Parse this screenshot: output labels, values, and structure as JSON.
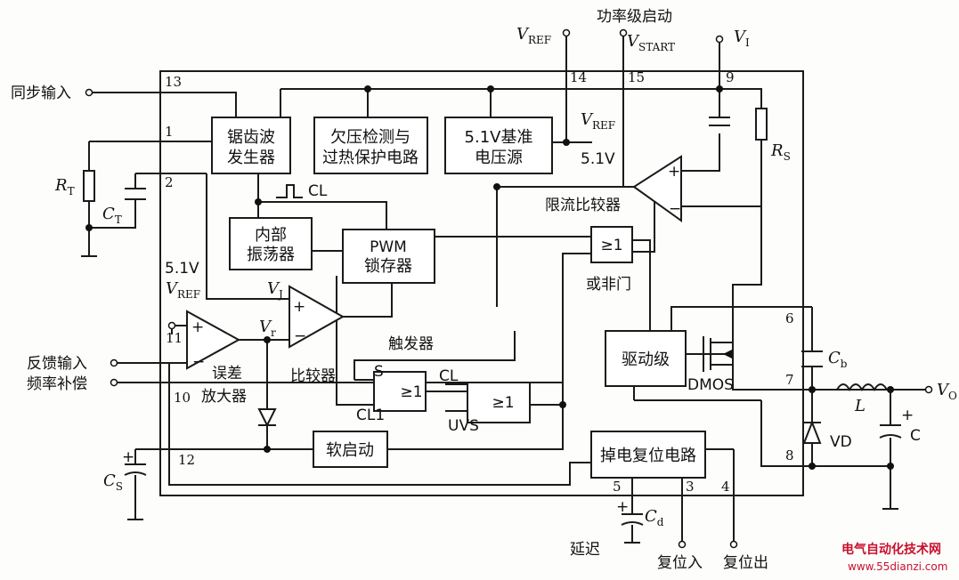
{
  "pins": {
    "p1": "1",
    "p2": "2",
    "p3": "3",
    "p4": "4",
    "p5": "5",
    "p6": "6",
    "p7": "7",
    "p8": "8",
    "p9": "9",
    "p10": "10",
    "p11": "11",
    "p12": "12",
    "p13": "13",
    "p14": "14",
    "p15": "15"
  },
  "blocks": {
    "sawtooth_1": "锯齿波",
    "sawtooth_2": "发生器",
    "uvp_1": "欠压检测与",
    "uvp_2": "过热保护电路",
    "ref_1": "5.1V基准",
    "ref_2": "电压源",
    "osc_1": "内部",
    "osc_2": "振荡器",
    "pwm_1": "PWM",
    "pwm_2": "锁存器",
    "driver": "驱动级",
    "softstart": "软启动",
    "reset": "掉电复位电路",
    "or_gate1": "≥1",
    "or_gate2": "≥1",
    "or_gate3": "≥1"
  },
  "labels": {
    "sync_in": "同步输入",
    "feedback_in": "反馈输入",
    "freq_comp": "频率补偿",
    "error_amp_1": "误差",
    "error_amp_2": "放大器",
    "comparator": "比较器",
    "trigger": "触发器",
    "current_limit": "限流比较器",
    "nor_gate": "或非门",
    "power_start": "功率级启动",
    "delay": "延迟",
    "reset_in": "复位入",
    "reset_out": "复位出",
    "v51_top": "5.1V",
    "v51_right": "5.1V",
    "cl_top": "CL",
    "cl_mid": "CL",
    "cl1": "CL1",
    "uvs": "UVS",
    "s": "S",
    "dmos": "DMOS",
    "vd": "VD",
    "l": "L",
    "c": "C",
    "vref_top": "V",
    "vref_top_sub": "REF",
    "vref_left": "V",
    "vref_left_sub": "REF",
    "vref_right": "V",
    "vref_right_sub": "REF",
    "vstart": "V",
    "vstart_sub": "START",
    "vi": "V",
    "vi_sub": "I",
    "vj": "V",
    "vj_sub": "J",
    "vr": "V",
    "vr_sub": "r",
    "vo": "V",
    "vo_sub": "O",
    "rt": "R",
    "rt_sub": "T",
    "ct": "C",
    "ct_sub": "T",
    "rs": "R",
    "rs_sub": "S",
    "cs": "C",
    "cs_sub": "S",
    "cb": "C",
    "cb_sub": "b",
    "cd": "C",
    "cd_sub": "d"
  },
  "watermark": {
    "title": "电气自动化技术网",
    "url": "www.55dianzi.com"
  }
}
